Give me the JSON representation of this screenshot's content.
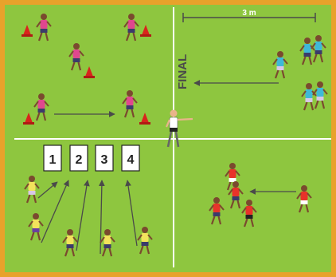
{
  "diagram": {
    "colors": {
      "border": "#e8a22b",
      "grass": "#8ec63f",
      "grass_dark": "#7fb836",
      "line": "#ffffff",
      "cone": "#d9241c",
      "arrow": "#4a4a4a",
      "final_text": "#4a4a4a"
    },
    "distance_label": "3 m",
    "final_label": "FINAL",
    "numbers": [
      "1",
      "2",
      "3",
      "4"
    ],
    "icons": [
      "cone-icon",
      "player-icon",
      "referee-icon",
      "arrow-icon",
      "measure-bar-icon"
    ]
  }
}
